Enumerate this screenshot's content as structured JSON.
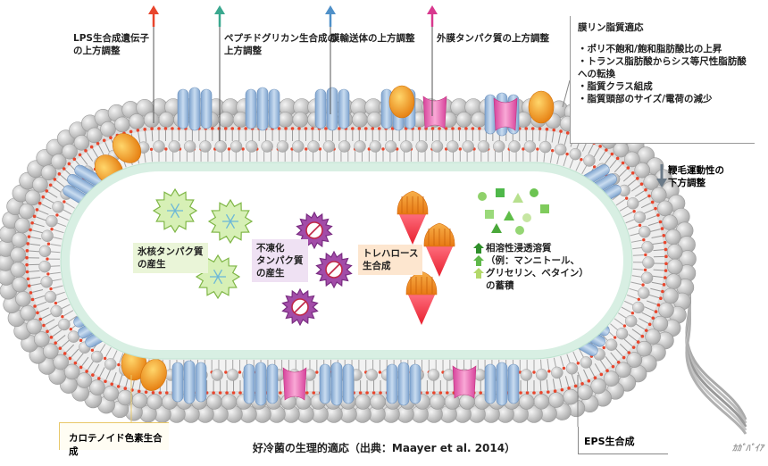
{
  "arrows": [
    {
      "label": "LPS生合成遺伝子\nの上方調整",
      "color": "#e8452c"
    },
    {
      "label": "ペプチドグリカン生合成の\n上方調整",
      "color": "#3aa88f"
    },
    {
      "label": "膜輸送体の上方調整",
      "color": "#4f90c8"
    },
    {
      "label": "外膜タンパク質の上方調整",
      "color": "#d8388e"
    }
  ],
  "phospholipid_panel": {
    "title": "膜リン脂質適応",
    "items": [
      "・ポリ不飽和/飽和脂肪酸比の上昇",
      "・トランス脂肪酸からシス等尺性脂肪酸",
      "  への転換",
      "・脂質クラス組成",
      "・脂質頭部のサイズ/電荷の減少"
    ]
  },
  "flagellum_label": "鞭毛運動性の\n下方調整",
  "inner_labels": {
    "ice_nucleation": "氷核タンパク質\nの産生",
    "antifreeze": "不凍化\nタンパク質\nの産生",
    "trehalose": "トレハロース\n生合成",
    "solutes_title": "相溶性浸透溶質",
    "solutes_line2": "（例：マンニトール、",
    "solutes_line3": "グリセリン、ベタイン）",
    "solutes_line4": "の蓄積"
  },
  "carotenoid_label": "カロテノイド色素生合成",
  "eps_label": "EPS生合成",
  "caption": "好冷菌の生理的適応（出典：Maayer et al. 2014）",
  "watermark": "ｶｶﾞﾊﾞｲｱ",
  "colors": {
    "periplasm": "#d8efe3",
    "cytoplasm": "#ffffff",
    "outer_bead": "#c8c8c8",
    "membrane_protein": "#a9c6e6",
    "pink_protein": "#f27fbf",
    "orange_protein": "#f29a1c",
    "ice_fill": "#d5f0b8",
    "antifreeze_fill": "#a24ca8",
    "trehalose_top": "#f0902a",
    "trehalose_bottom": "#ff4a5a"
  }
}
